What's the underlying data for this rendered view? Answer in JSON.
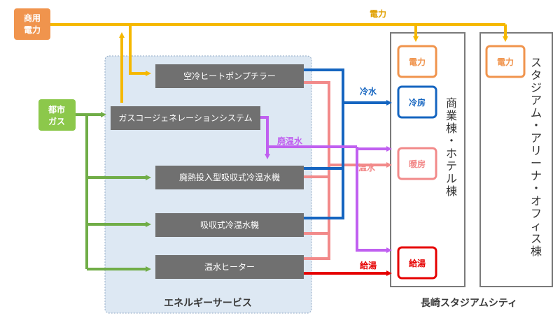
{
  "sources": {
    "commercial_power": [
      "商用",
      "電力"
    ],
    "city_gas": [
      "都市",
      "ガス"
    ]
  },
  "equipment": {
    "air_heat_pump": "空冷ヒートポンプチラー",
    "cogeneration": "ガスコージェネレーションシステム",
    "waste_heat_absorption": "廃熱投入型吸収式冷温水機",
    "absorption": "吸収式冷温水機",
    "water_heater": "温水ヒーター"
  },
  "energy_service_label": "エネルギーサービス",
  "flows": {
    "power": "電力",
    "chilled_water": "冷水",
    "waste_hot_water": "廃温水",
    "hot_water": "温水",
    "hot_water_supply": "給湯"
  },
  "commercial_building": {
    "title": [
      "商",
      "業",
      "棟",
      "・",
      "ホ",
      "テ",
      "ル",
      "棟"
    ],
    "uses": {
      "power": "電力",
      "cooling": "冷房",
      "heating": "暖房",
      "hot_water_supply": "給湯"
    }
  },
  "stadium_building": {
    "title": [
      "ス",
      "タ",
      "ジ",
      "ア",
      "ム",
      "・",
      "ア",
      "リ",
      "ー",
      "ナ",
      "・",
      "オ",
      "フ",
      "ィ",
      "ス",
      "棟"
    ],
    "uses": {
      "power": "電力"
    }
  },
  "site_label": "長崎スタジアムシティ",
  "colors": {
    "power": "#f5b800",
    "gas": "#70ad47",
    "chilled": "#1565c0",
    "heating": "#f28a8a",
    "waste": "#c060f0",
    "supply": "#e60000",
    "source_power": "#f0944d",
    "source_gas": "#8cc84b",
    "equipment": "#707070",
    "service_area": "#dde8f3"
  }
}
